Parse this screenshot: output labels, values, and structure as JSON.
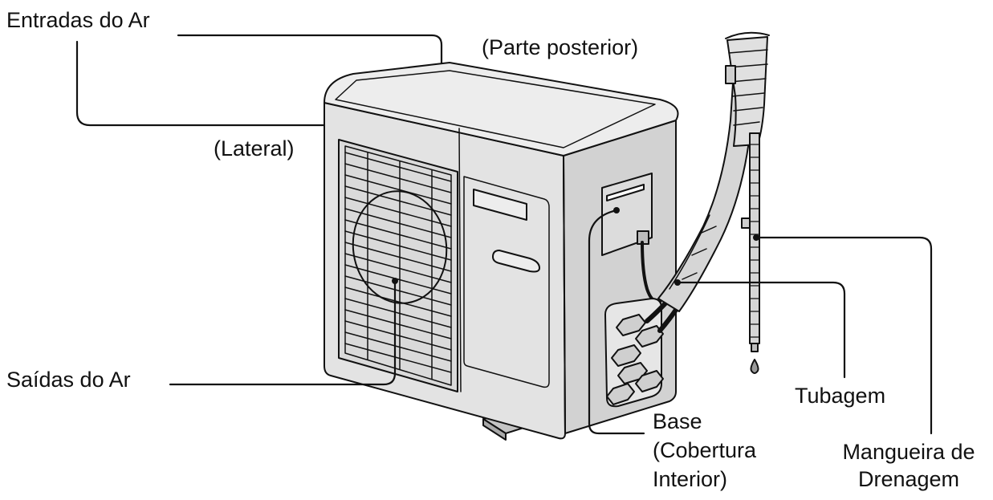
{
  "labels": {
    "air_inlets": "Entradas do Ar",
    "rear": "(Parte posterior)",
    "side": "(Lateral)",
    "air_outlets": "Saídas do Ar",
    "piping": "Tubagem",
    "base_line1": "Base",
    "base_line2": "(Cobertura",
    "base_line3": "Interior)",
    "drain_line1": "Mangueira de",
    "drain_line2": "Drenagem"
  },
  "colors": {
    "line": "#111111",
    "body_fill": "#e3e3e3",
    "top_fill": "#ededed",
    "side_fill": "#d2d2d2",
    "grille_fill": "#dadada",
    "foot_fill": "#c4c4c4"
  }
}
